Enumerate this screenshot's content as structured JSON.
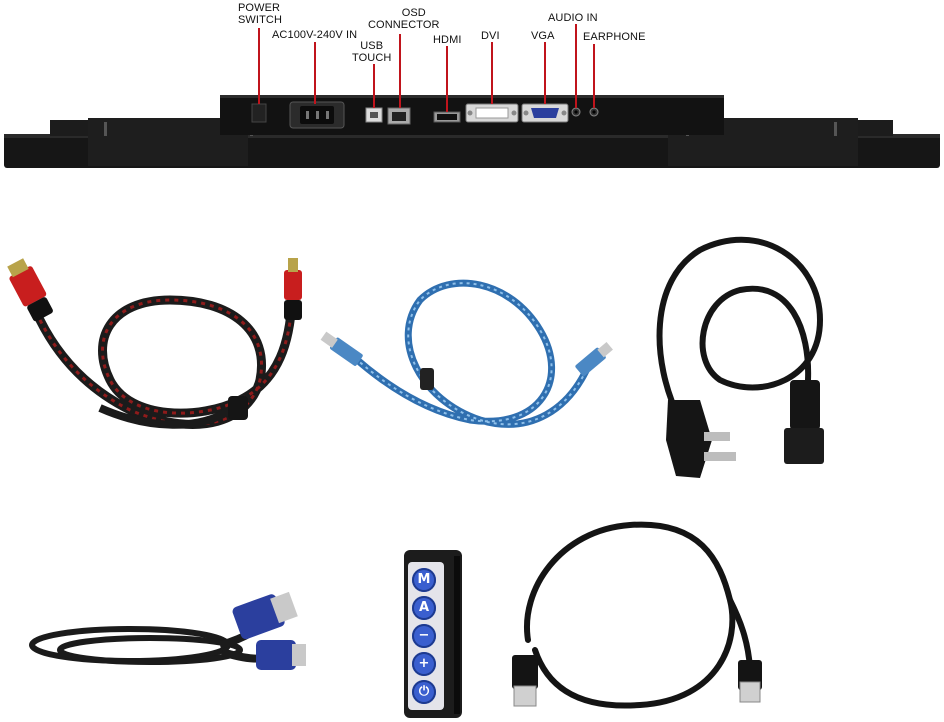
{
  "labels": {
    "power_switch_line1": "POWER",
    "power_switch_line2": "SWITCH",
    "ac_in": "AC100V-240V IN",
    "osd_line1": "OSD",
    "osd_line2": "CONNECTOR",
    "usb_line1": "USB",
    "usb_line2": "TOUCH",
    "hdmi": "HDMI",
    "dvi": "DVI",
    "vga": "VGA",
    "audio_in": "AUDIO IN",
    "earphone": "EARPHONE"
  },
  "osd_keypad": {
    "buttons": [
      "M",
      "A",
      "−",
      "+",
      "⏻"
    ]
  },
  "colors": {
    "callout_line": "#c0141c",
    "monitor_body": "#161616",
    "hdmi_cable_red": "#c81e1e",
    "usb_cable_blue": "#2f6fb0",
    "vga_connector_blue": "#2b3f9e",
    "keypad_button_blue": "#3a5fcf"
  },
  "items": [
    "hdmi-cable",
    "usb-cable",
    "power-cord",
    "vga-cable",
    "osd-keypad",
    "ethernet-cable"
  ]
}
